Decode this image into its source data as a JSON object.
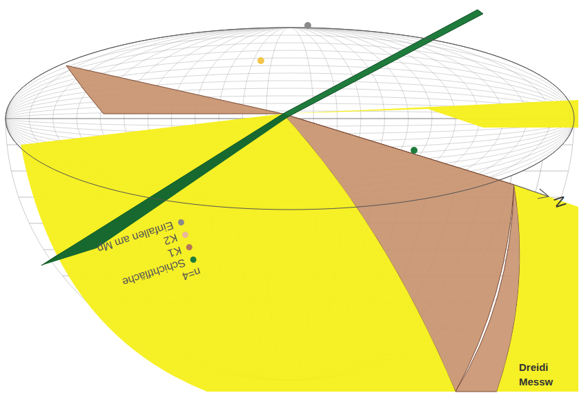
{
  "diagram": {
    "labels": [
      "n=4",
      "N",
      "Dreidi",
      "Messw"
    ],
    "legend": [
      {
        "text": "Schichtfläche",
        "color": "#1e7b3c"
      },
      {
        "text": "K1",
        "color": "#b5735a"
      },
      {
        "text": "K2",
        "color": "#e8b79a"
      },
      {
        "text": "Einfallen am Mp",
        "color": "#8a8a8a"
      }
    ]
  }
}
